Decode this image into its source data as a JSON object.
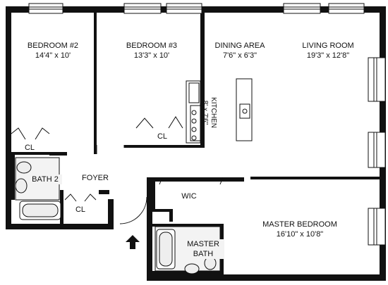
{
  "rooms": {
    "bedroom2": {
      "name": "BEDROOM #2",
      "dims": "14'4\" x 10'"
    },
    "bedroom3": {
      "name": "BEDROOM #3",
      "dims": "13'3\" x 10'"
    },
    "dining": {
      "name": "DINING AREA",
      "dims": "7'6\" x 6'3\""
    },
    "living": {
      "name": "LIVING ROOM",
      "dims": "19'3\" x 12'8\""
    },
    "kitchen": {
      "name": "KITCHEN",
      "dims": "8' x 7'6\""
    },
    "master": {
      "name": "MASTER BEDROOM",
      "dims": "16'10\" x 10'8\""
    },
    "foyer": {
      "name": "FOYER"
    },
    "wic": {
      "name": "WIC"
    },
    "bath2": {
      "name": "BATH 2"
    },
    "master_bath": {
      "line1": "MASTER",
      "line2": "BATH"
    }
  },
  "closets": {
    "label": "CL"
  }
}
